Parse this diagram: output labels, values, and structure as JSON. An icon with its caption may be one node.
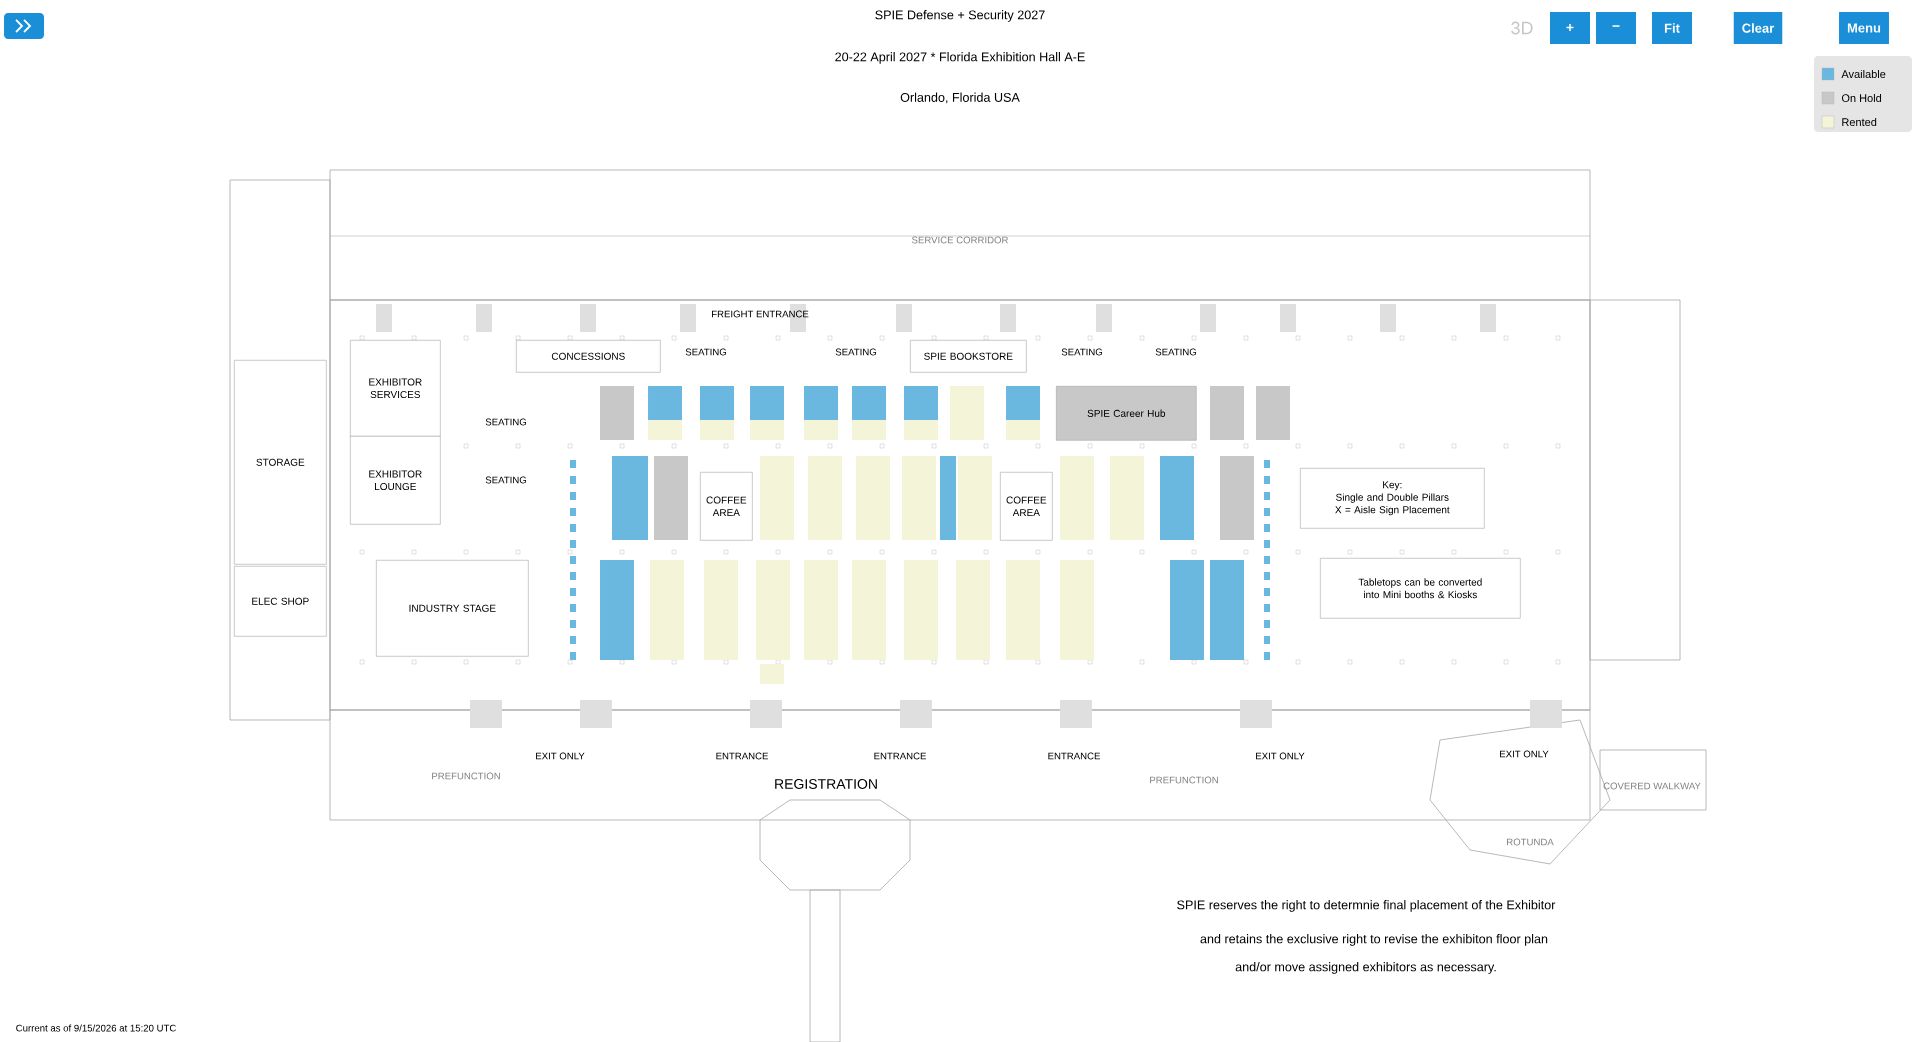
{
  "diagram": {
    "title": "SPIE Defense + Security 2027",
    "nodes": [
      {
        "text": [
          "EXHIBITOR SERVICES"
        ]
      },
      {
        "text": [
          "EXHIBITOR LOUNGE"
        ]
      },
      {
        "text": [
          "INDUSTRY STAGE"
        ]
      },
      {
        "text": [
          "CONCESSIONS"
        ]
      },
      {
        "text": [
          "COFFEE AREA"
        ]
      },
      {
        "text": [
          "SPIE BOOKSTORE"
        ]
      },
      {
        "text": [
          "SPIE Career Hub"
        ]
      },
      {
        "text": [
          "COFFEE AREA"
        ]
      },
      {
        "text": [
          "Key:",
          "Single and Double Pillars",
          "X = Aisle Sign Placement"
        ]
      },
      {
        "text": [
          "Tabletops can be converted into Mini booths & Kiosks"
        ]
      },
      {
        "text": [
          "STORAGE"
        ]
      },
      {
        "text": [
          "ELEC SHOP"
        ]
      }
    ],
    "labels": [
      "20-22 April 2027 * Florida Exhibition Hall A-E",
      "Orlando, Florida USA",
      "3D",
      "+",
      "−",
      "Fit",
      "Clear",
      "Menu",
      "SERVICE CORRIDOR",
      "FREIGHT ENTRANCE",
      "SEATING",
      "SEATING",
      "SEATING",
      "SEATING",
      "SEATING",
      "SEATING",
      "EXIT ONLY",
      "ENTRANCE",
      "ENTRANCE",
      "ENTRANCE",
      "EXIT ONLY",
      "EXIT ONLY",
      "PREFUNCTION",
      "REGISTRATION",
      "PREFUNCTION",
      "COVERED WALKWAY",
      "ROTUNDA",
      "SPIE reserves the right to determnie final placement of the Exhibitor",
      "and retains the exclusive right to revise the exhibiton floor plan",
      "and/or move assigned exhibitors as necessary.",
      "Current as of 9/15/2026 at 15:20 UTC"
    ],
    "legend": [
      {
        "text": "Available",
        "color": "#6ab7e0"
      },
      {
        "text": "On Hold",
        "color": "#c8c8c8"
      },
      {
        "text": "Rented",
        "color": "#f4f4d8"
      }
    ]
  }
}
